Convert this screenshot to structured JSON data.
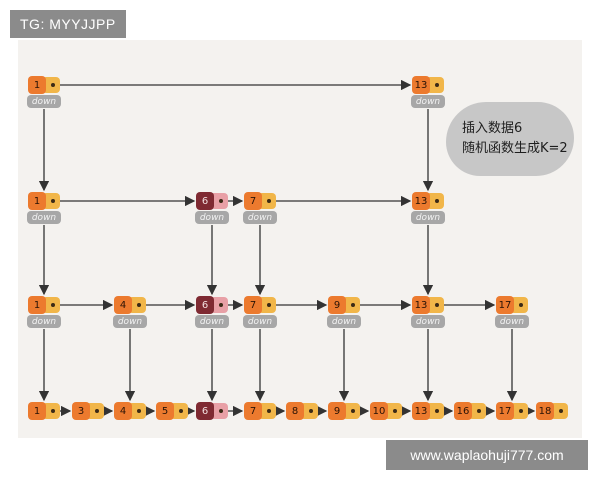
{
  "badge": "TG: MYYJJPP",
  "watermark": "www.waplaohuji777.com",
  "note": {
    "line1": "插入数据6",
    "line2": "随机函数生成K=2"
  },
  "down_label": "down",
  "levels": [
    {
      "name": "level-3",
      "keys": [
        "1",
        "13"
      ]
    },
    {
      "name": "level-2",
      "keys": [
        "1",
        "6",
        "7",
        "13"
      ]
    },
    {
      "name": "level-1",
      "keys": [
        "1",
        "4",
        "6",
        "7",
        "9",
        "13",
        "17"
      ]
    },
    {
      "name": "level-0",
      "keys": [
        "1",
        "3",
        "4",
        "5",
        "6",
        "7",
        "8",
        "9",
        "10",
        "13",
        "16",
        "17",
        "18"
      ]
    }
  ],
  "colors": {
    "key": "#ec7a2e",
    "pointer": "#f1b649",
    "inserted_key": "#7f2a32",
    "inserted_pointer": "#e8a0a6",
    "down_label": "#a7a7a7",
    "note_bubble": "#c7c7c7"
  }
}
